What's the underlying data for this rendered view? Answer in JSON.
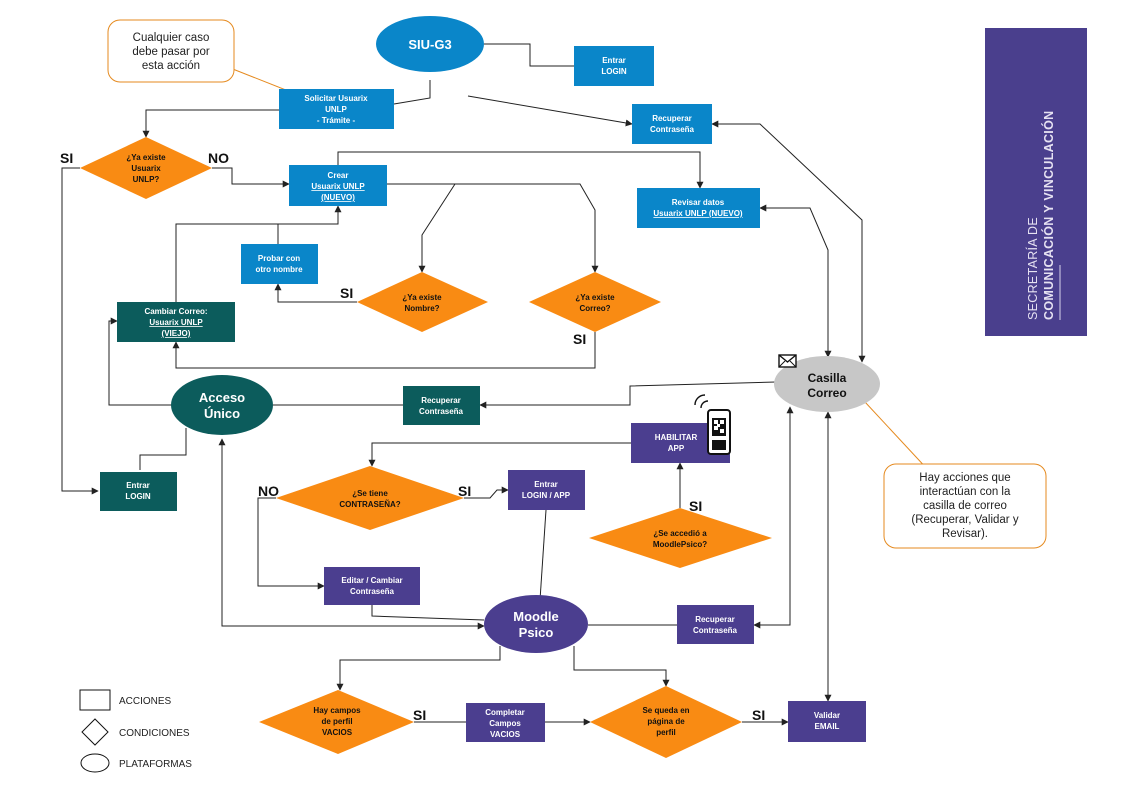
{
  "colors": {
    "blue": "#0a86c9",
    "teal": "#0c5c5c",
    "purple": "#4b3e8f",
    "orange": "#f98b13",
    "grey": "#c7c7c7",
    "side_panel": "#4a3f8d"
  },
  "platforms": {
    "siu": "SIU-G3",
    "acceso": [
      "Acceso",
      "Único"
    ],
    "moodle": [
      "Moodle",
      "Psico"
    ],
    "casilla": [
      "Casilla",
      "Correo"
    ]
  },
  "actions": {
    "solicitar": [
      "Solicitar Usuarix",
      "UNLP",
      "- Trámite -"
    ],
    "entrar_login_blue": [
      "Entrar",
      "LOGIN"
    ],
    "recuperar_blue": [
      "Recuperar",
      "Contraseña"
    ],
    "crear": [
      "Crear",
      "Usuarix UNLP",
      "(NUEVO)"
    ],
    "revisar": [
      "Revisar datos",
      "Usuarix UNLP (NUEVO)"
    ],
    "probar": [
      "Probar con",
      "otro nombre"
    ],
    "cambiar_correo": [
      "Cambiar Correo:",
      "Usuarix UNLP",
      "(VIEJO)"
    ],
    "recuperar_teal": [
      "Recuperar",
      "Contraseña"
    ],
    "entrar_login_teal": [
      "Entrar",
      "LOGIN"
    ],
    "habilitar_app": [
      "HABILITAR",
      "APP"
    ],
    "entrar_login_app": [
      "Entrar",
      "LOGIN / APP"
    ],
    "editar_cambiar": [
      "Editar / Cambiar",
      "Contraseña"
    ],
    "recuperar_purple": [
      "Recuperar",
      "Contraseña"
    ],
    "completar": [
      "Completar",
      "Campos",
      "VACIOS"
    ],
    "validar": [
      "Validar",
      "EMAIL"
    ]
  },
  "conditions": {
    "existe_usuarix": [
      "¿Ya existe",
      "Usuarix",
      "UNLP?"
    ],
    "existe_nombre": [
      "¿Ya existe",
      "Nombre?"
    ],
    "existe_correo": [
      "¿Ya existe",
      "Correo?"
    ],
    "tiene_contrasena": [
      "¿Se tiene",
      "CONTRASEÑA?"
    ],
    "accedio": [
      "¿Se accedió a",
      "MoodlePsico?"
    ],
    "campos_vacios": [
      "Hay campos",
      "de perfil",
      "VACIOS"
    ],
    "se_queda": [
      "Se queda en",
      "página de",
      "perfil"
    ]
  },
  "edge_labels": {
    "si_usuarix": "SI",
    "no_usuarix": "NO",
    "si_nombre": "SI",
    "si_correo": "SI",
    "no_contrasena": "NO",
    "si_contrasena": "SI",
    "si_accedio": "SI",
    "si_campos": "SI",
    "si_queda": "SI"
  },
  "callouts": {
    "top": [
      "Cualquier caso",
      "debe pasar por",
      "esta acción"
    ],
    "right": [
      "Hay acciones que",
      "interactúan con la",
      "casilla de correo",
      "(Recuperar, Validar y",
      "Revisar)."
    ]
  },
  "legend": {
    "acciones": "ACCIONES",
    "condiciones": "CONDICIONES",
    "plataformas": "PLATAFORMAS"
  },
  "side_panel": {
    "line1": "SECRETARÍA DE",
    "line2": "COMUNICACIÓN Y VINCULACIÓN"
  },
  "icons": [
    "envelope-icon",
    "phone-qr-icon"
  ]
}
